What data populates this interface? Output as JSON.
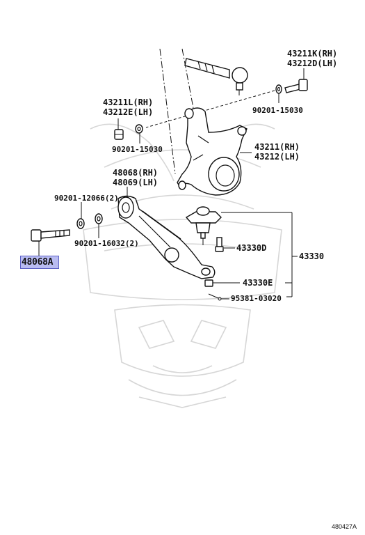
{
  "labels": {
    "p43211k": "43211K(RH)",
    "p43212d": "43212D(LH)",
    "p43211l": "43211L(RH)",
    "p43212e": "43212E(LH)",
    "p90201_15030a": "90201-15030",
    "p90201_15030b": "90201-15030",
    "p43211": "43211(RH)",
    "p43212": "43212(LH)",
    "p48068": "48068(RH)",
    "p48069": "48069(LH)",
    "p90201_12066": "90201-12066(2)",
    "p90201_16032": "90201-16032(2)",
    "p43330d": "43330D",
    "p43330": "43330",
    "p43330e": "43330E",
    "p95381": "95381-03020"
  },
  "highlight": {
    "part": "48068A",
    "color": "#b9bcf2"
  },
  "ref_code": "480427A"
}
